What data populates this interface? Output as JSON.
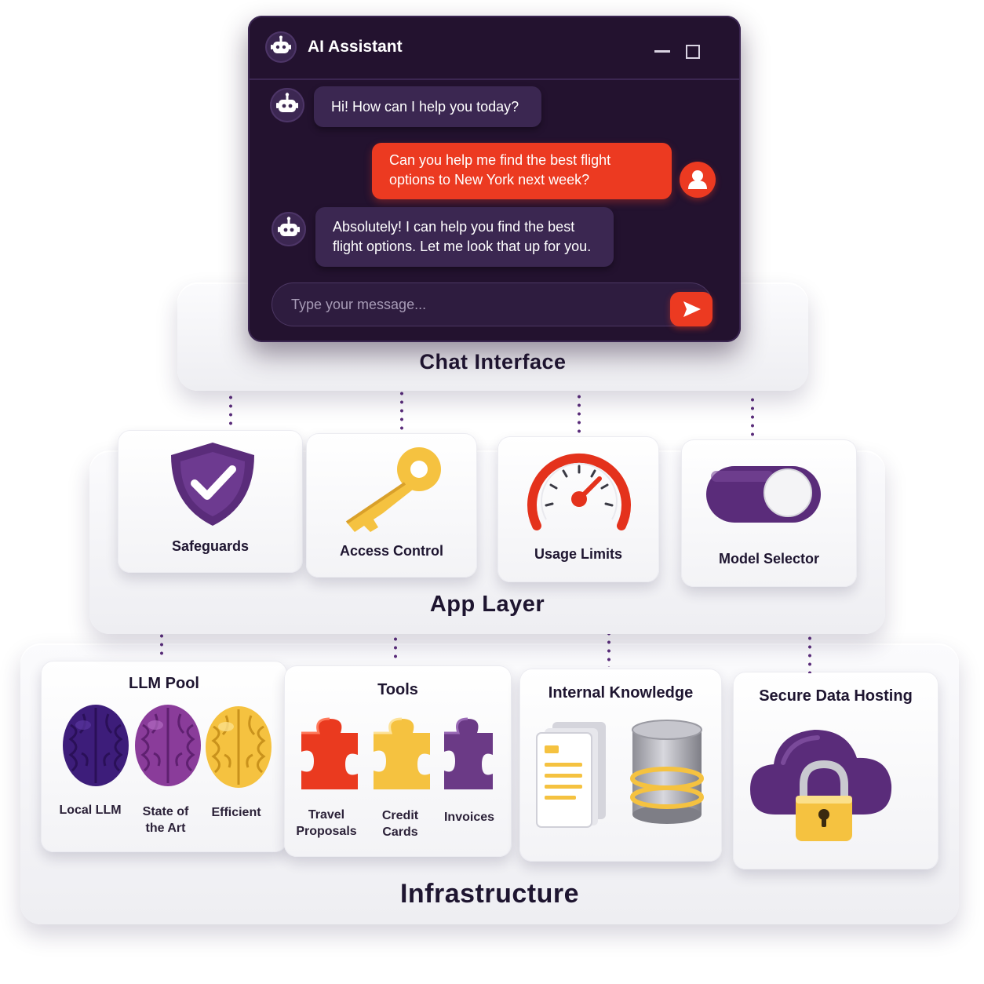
{
  "chat": {
    "title": "AI Assistant",
    "messages": [
      {
        "role": "assistant",
        "text": "Hi! How can I help you today?"
      },
      {
        "role": "user",
        "line1": "Can you help me find the best flight",
        "line2": "options to New York next week?"
      },
      {
        "role": "assistant",
        "line1": "Absolutely! I can help you find the best",
        "line2": "flight options. Let me look that up for you."
      }
    ],
    "input_placeholder": "Type your message...",
    "icons": {
      "bot": "robot-icon",
      "user": "user-icon",
      "send": "send-icon",
      "minimize": "minimize-icon",
      "maximize": "maximize-icon"
    }
  },
  "layers": {
    "chat_interface": "Chat Interface",
    "app_layer": "App Layer",
    "infrastructure": "Infrastructure"
  },
  "app_layer": {
    "items": [
      {
        "label": "Safeguards",
        "icon": "shield-check-icon"
      },
      {
        "label": "Access Control",
        "icon": "key-icon"
      },
      {
        "label": "Usage Limits",
        "icon": "gauge-icon"
      },
      {
        "label": "Model Selector",
        "icon": "toggle-icon"
      }
    ]
  },
  "infrastructure": {
    "llm_pool": {
      "title": "LLM Pool",
      "items": [
        "Local LLM",
        "State of",
        "the Art",
        "Efficient"
      ]
    },
    "tools": {
      "title": "Tools",
      "items": [
        "Travel",
        "Proposals",
        "Credit",
        "Cards",
        "Invoices"
      ]
    },
    "internal_knowledge": {
      "title": "Internal Knowledge"
    },
    "secure_data_hosting": {
      "title": "Secure Data Hosting"
    }
  },
  "colors": {
    "purple": "#5a2c7a",
    "dark_purple": "#23122f",
    "accent_red": "#ec3a21",
    "gold": "#f5c240",
    "brain_violet": "#8a3c9a",
    "brain_indigo": "#3d1d7a"
  }
}
